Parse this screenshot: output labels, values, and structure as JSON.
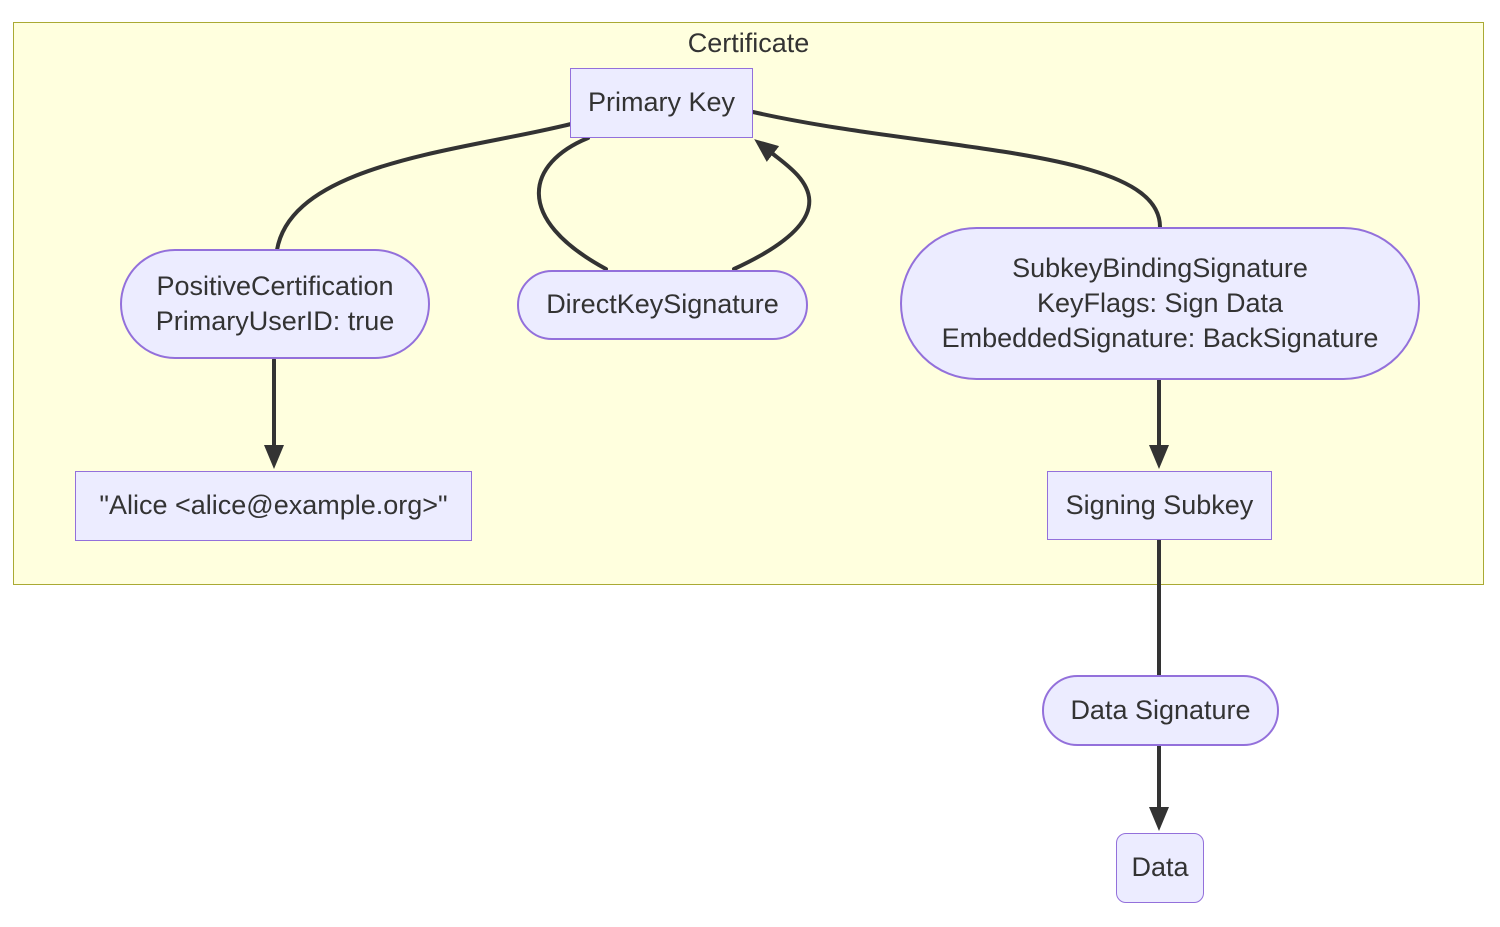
{
  "diagram": {
    "type": "flowchart",
    "title": "Certificate"
  },
  "colors": {
    "background": "#ffffff",
    "cluster_fill": "#ffffde",
    "cluster_border": "#aaaa33",
    "node_fill": "#ECECFF",
    "node_border": "#9370DB",
    "edge": "#333333",
    "text": "#333333"
  },
  "nodes": {
    "primary_key": {
      "label": "Primary Key",
      "shape": "rectangle"
    },
    "positive_certification": {
      "shape": "stadium",
      "lines": [
        "PositiveCertification",
        "PrimaryUserID: true"
      ]
    },
    "direct_key_signature": {
      "label": "DirectKeySignature",
      "shape": "stadium"
    },
    "subkey_binding_signature": {
      "shape": "stadium",
      "lines": [
        "SubkeyBindingSignature",
        "KeyFlags: Sign Data",
        "EmbeddedSignature: BackSignature"
      ]
    },
    "user_id": {
      "label": "\"Alice <alice@example.org>\"",
      "shape": "rectangle"
    },
    "signing_subkey": {
      "label": "Signing Subkey",
      "shape": "rectangle"
    },
    "data_signature": {
      "label": "Data Signature",
      "shape": "stadium"
    },
    "data": {
      "label": "Data",
      "shape": "rounded-rectangle"
    }
  },
  "edges": [
    {
      "from": "primary_key",
      "to": "positive_certification",
      "arrow": false
    },
    {
      "from": "positive_certification",
      "to": "user_id",
      "arrow": true
    },
    {
      "from": "primary_key",
      "to": "direct_key_signature",
      "arrow": false
    },
    {
      "from": "direct_key_signature",
      "to": "primary_key",
      "arrow": true
    },
    {
      "from": "primary_key",
      "to": "subkey_binding_signature",
      "arrow": false
    },
    {
      "from": "subkey_binding_signature",
      "to": "signing_subkey",
      "arrow": true
    },
    {
      "from": "signing_subkey",
      "to": "data_signature",
      "arrow": false
    },
    {
      "from": "data_signature",
      "to": "data",
      "arrow": true
    }
  ]
}
